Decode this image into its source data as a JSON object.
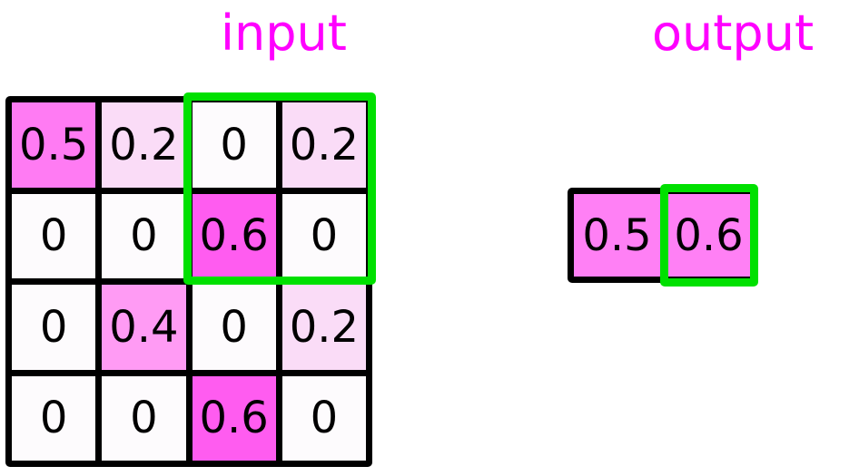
{
  "labels": {
    "input_title": "input",
    "output_title": "output"
  },
  "colors": {
    "label_magenta": "#ff00ff",
    "highlight_green": "#00e000",
    "grid_border_black": "#000000",
    "cell_zero": "#fdfbfd",
    "cell_0_2": "#fadcf7",
    "cell_0_4": "#ff9bf4",
    "cell_0_5": "#ff7bf3",
    "cell_0_6": "#ff5cf0",
    "output_cell": "#ff80f5"
  },
  "chart_data": {
    "type": "heatmap",
    "title": "",
    "grids": [
      {
        "name": "input",
        "label": "input",
        "rows": 4,
        "cols": 4,
        "values": [
          [
            "0.5",
            "0.2",
            "0",
            "0.2"
          ],
          [
            "0",
            "0",
            "0.6",
            "0"
          ],
          [
            "0",
            "0.4",
            "0",
            "0.2"
          ],
          [
            "0",
            "0",
            "0.6",
            "0"
          ]
        ],
        "cell_colors": [
          [
            "#ff7bf3",
            "#fadcf7",
            "#fdfbfd",
            "#fadcf7"
          ],
          [
            "#fdfbfd",
            "#fdfbfd",
            "#ff5cf0",
            "#fdfbfd"
          ],
          [
            "#fdfbfd",
            "#ff9bf4",
            "#fdfbfd",
            "#fadcf7"
          ],
          [
            "#fdfbfd",
            "#fdfbfd",
            "#ff5cf0",
            "#fdfbfd"
          ]
        ],
        "highlight": {
          "row_start": 0,
          "row_end": 1,
          "col_start": 2,
          "col_end": 3,
          "color": "#00e000"
        }
      },
      {
        "name": "output",
        "label": "output",
        "rows": 1,
        "cols": 2,
        "values": [
          [
            "0.5",
            "0.6"
          ]
        ],
        "cell_colors": [
          [
            "#ff80f5",
            "#ff80f5"
          ]
        ],
        "highlight": {
          "row_start": 0,
          "row_end": 0,
          "col_start": 1,
          "col_end": 1,
          "color": "#00e000"
        }
      }
    ]
  }
}
